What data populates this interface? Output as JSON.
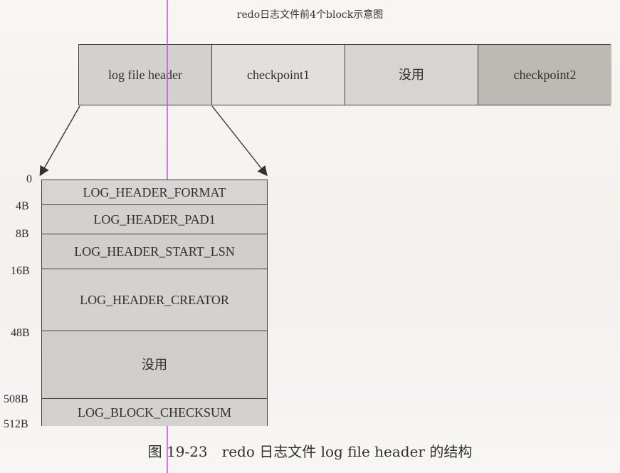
{
  "diagram": {
    "title": "redo日志文件前4个block示意图",
    "top_blocks": [
      "log file header",
      "checkpoint1",
      "没用",
      "checkpoint2"
    ],
    "header_fields": [
      "LOG_HEADER_FORMAT",
      "LOG_HEADER_PAD1",
      "LOG_HEADER_START_LSN",
      "LOG_HEADER_CREATOR",
      "没用",
      "LOG_BLOCK_CHECKSUM"
    ],
    "offsets": [
      "0",
      "4B",
      "8B",
      "16B",
      "48B",
      "508B",
      "512B"
    ],
    "caption": "图 19-23　redo 日志文件 log file header 的结构"
  }
}
